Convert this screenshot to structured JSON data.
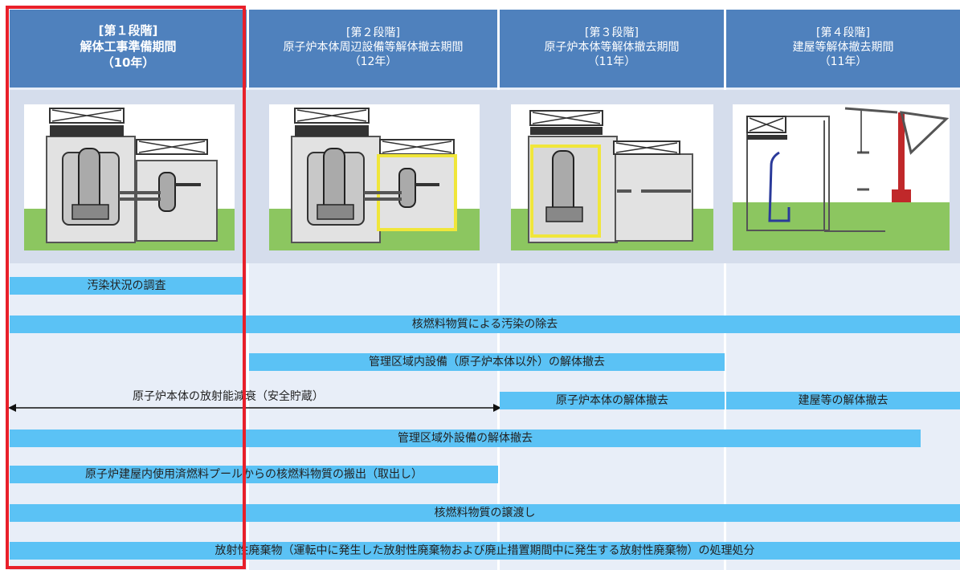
{
  "phases": [
    {
      "line1": "[第１段階]",
      "line2": "解体工事準備期間",
      "line3": "（10年）"
    },
    {
      "line1": "[第２段階]",
      "line2": "原子炉本体周辺設備等解体撤去期間",
      "line3": "（12年）"
    },
    {
      "line1": "[第３段階]",
      "line2": "原子炉本体等解体撤去期間",
      "line3": "（11年）"
    },
    {
      "line1": "[第４段階]",
      "line2": "建屋等解体撤去期間",
      "line3": "（11年）"
    }
  ],
  "tasks": {
    "survey": "汚染状況の調査",
    "decontam": "核燃料物質による汚染の除去",
    "controlled_inside": "管理区域内設備（原子炉本体以外）の解体撤去",
    "decay": "原子炉本体の放射能減衰（安全貯蔵）",
    "reactor_removal": "原子炉本体の解体撤去",
    "building_removal": "建屋等の解体撤去",
    "controlled_outside": "管理区域外設備の解体撤去",
    "fuel_pool": "原子炉建屋内使用済燃料プールからの核燃料物質の搬出（取出し）",
    "transfer": "核燃料物質の譲渡し",
    "waste": "放射性廃棄物（運転中に発生した放射性廃棄物および廃止措置期間中に発生する放射性廃棄物）の処理処分"
  },
  "colors": {
    "header": "#4f81bd",
    "bar": "#5bc2f5",
    "highlight_frame": "#e8202a",
    "highlight_part": "#f0e63a",
    "ground": "#8cc660"
  }
}
